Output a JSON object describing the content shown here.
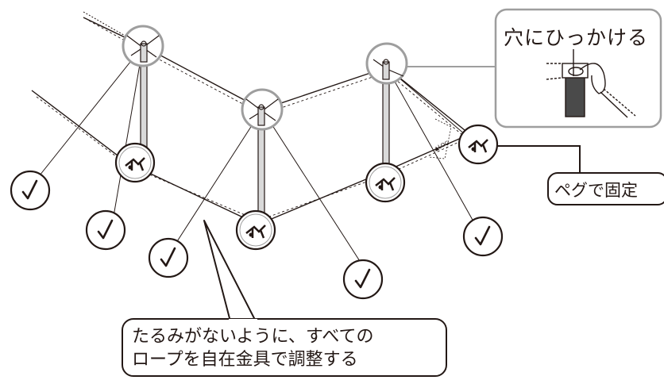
{
  "callouts": {
    "hook": "穴にひっかける",
    "peg": "ペグで固定",
    "adjust_line1": "たるみがないように、すべての",
    "adjust_line2": "ロープを自在金具で調整する"
  },
  "colors": {
    "ink": "#231815",
    "highlight_ring": "#9e9e9e",
    "pole": "#d9d9d9",
    "callout_bg": "#ffffff"
  },
  "icons": [
    "adjuster-tension-icon",
    "peg-icon",
    "pole-hook-icon"
  ]
}
